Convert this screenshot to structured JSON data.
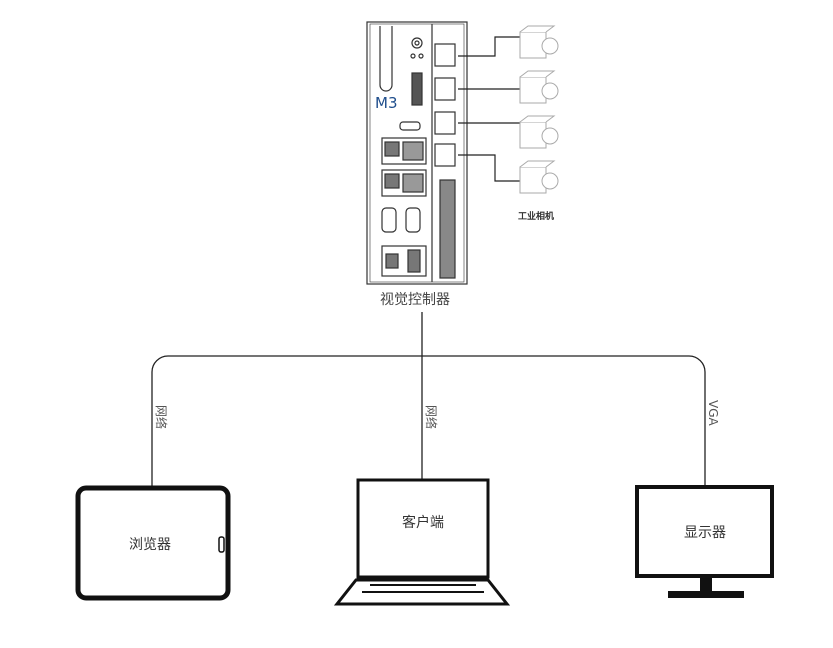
{
  "controller": {
    "model": "M3",
    "label": "视觉控制器"
  },
  "cameras": {
    "label": "工业相机",
    "count": 4
  },
  "links": [
    {
      "label": "网络",
      "target": "浏览器"
    },
    {
      "label": "网络",
      "target": "客户端"
    },
    {
      "label": "VGA",
      "target": "显示器"
    }
  ],
  "devices": {
    "tablet": "浏览器",
    "laptop": "客户端",
    "monitor": "显示器"
  },
  "colors": {
    "line": "#222222",
    "model": "#1f4e8c",
    "label": "#444444"
  }
}
